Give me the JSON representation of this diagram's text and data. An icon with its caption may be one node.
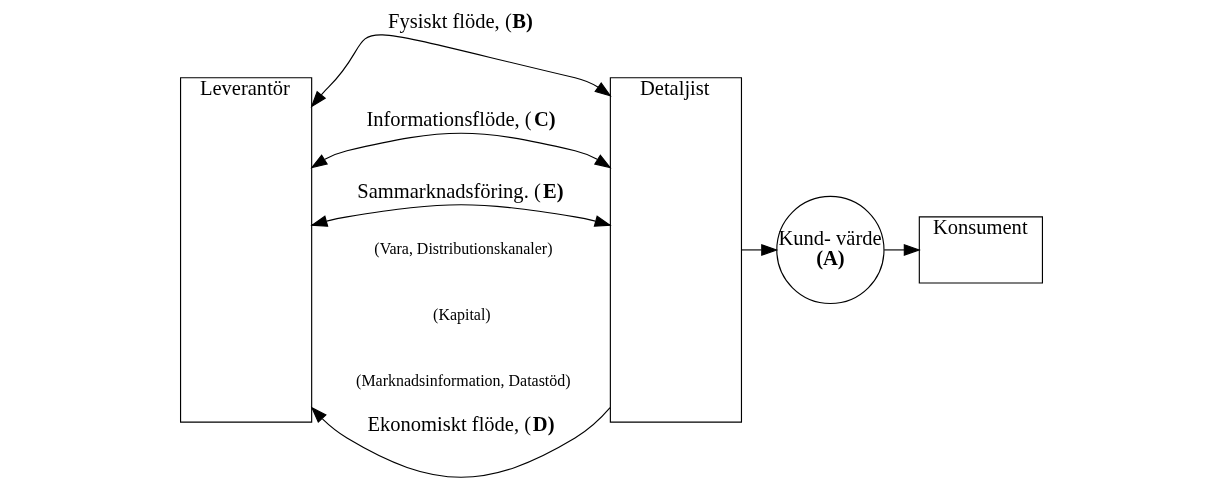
{
  "diagram": {
    "nodes": [
      {
        "text": [
          "Leverantör"
        ]
      },
      {
        "text": [
          "Detaljist"
        ]
      },
      {
        "text": [
          "Kund- värde",
          "(A)"
        ]
      },
      {
        "text": [
          "Konsument"
        ]
      }
    ],
    "edges": [
      {
        "from": 0,
        "to": 1,
        "arrow": "both",
        "label": "Fysiskt flöde, (**B)**"
      },
      {
        "from": 1,
        "to": 0,
        "arrow": "to",
        "label": "Ekonomiskt flöde, (**D)**"
      },
      {
        "from": 0,
        "to": 1,
        "arrow": "both",
        "label": "Informationsflöde, (**C)**"
      },
      {
        "from": 0,
        "to": 1,
        "arrow": "both",
        "label": "Sammarknadsföring. (**E)**"
      },
      {
        "from": 1,
        "to": 2,
        "arrow": "to"
      },
      {
        "from": 2,
        "to": 3,
        "arrow": "to"
      }
    ],
    "labels": [
      "(Vara, Distributionskanaler)",
      "(Kapital)",
      "(Marknadsinformation, Datastöd)"
    ]
  }
}
